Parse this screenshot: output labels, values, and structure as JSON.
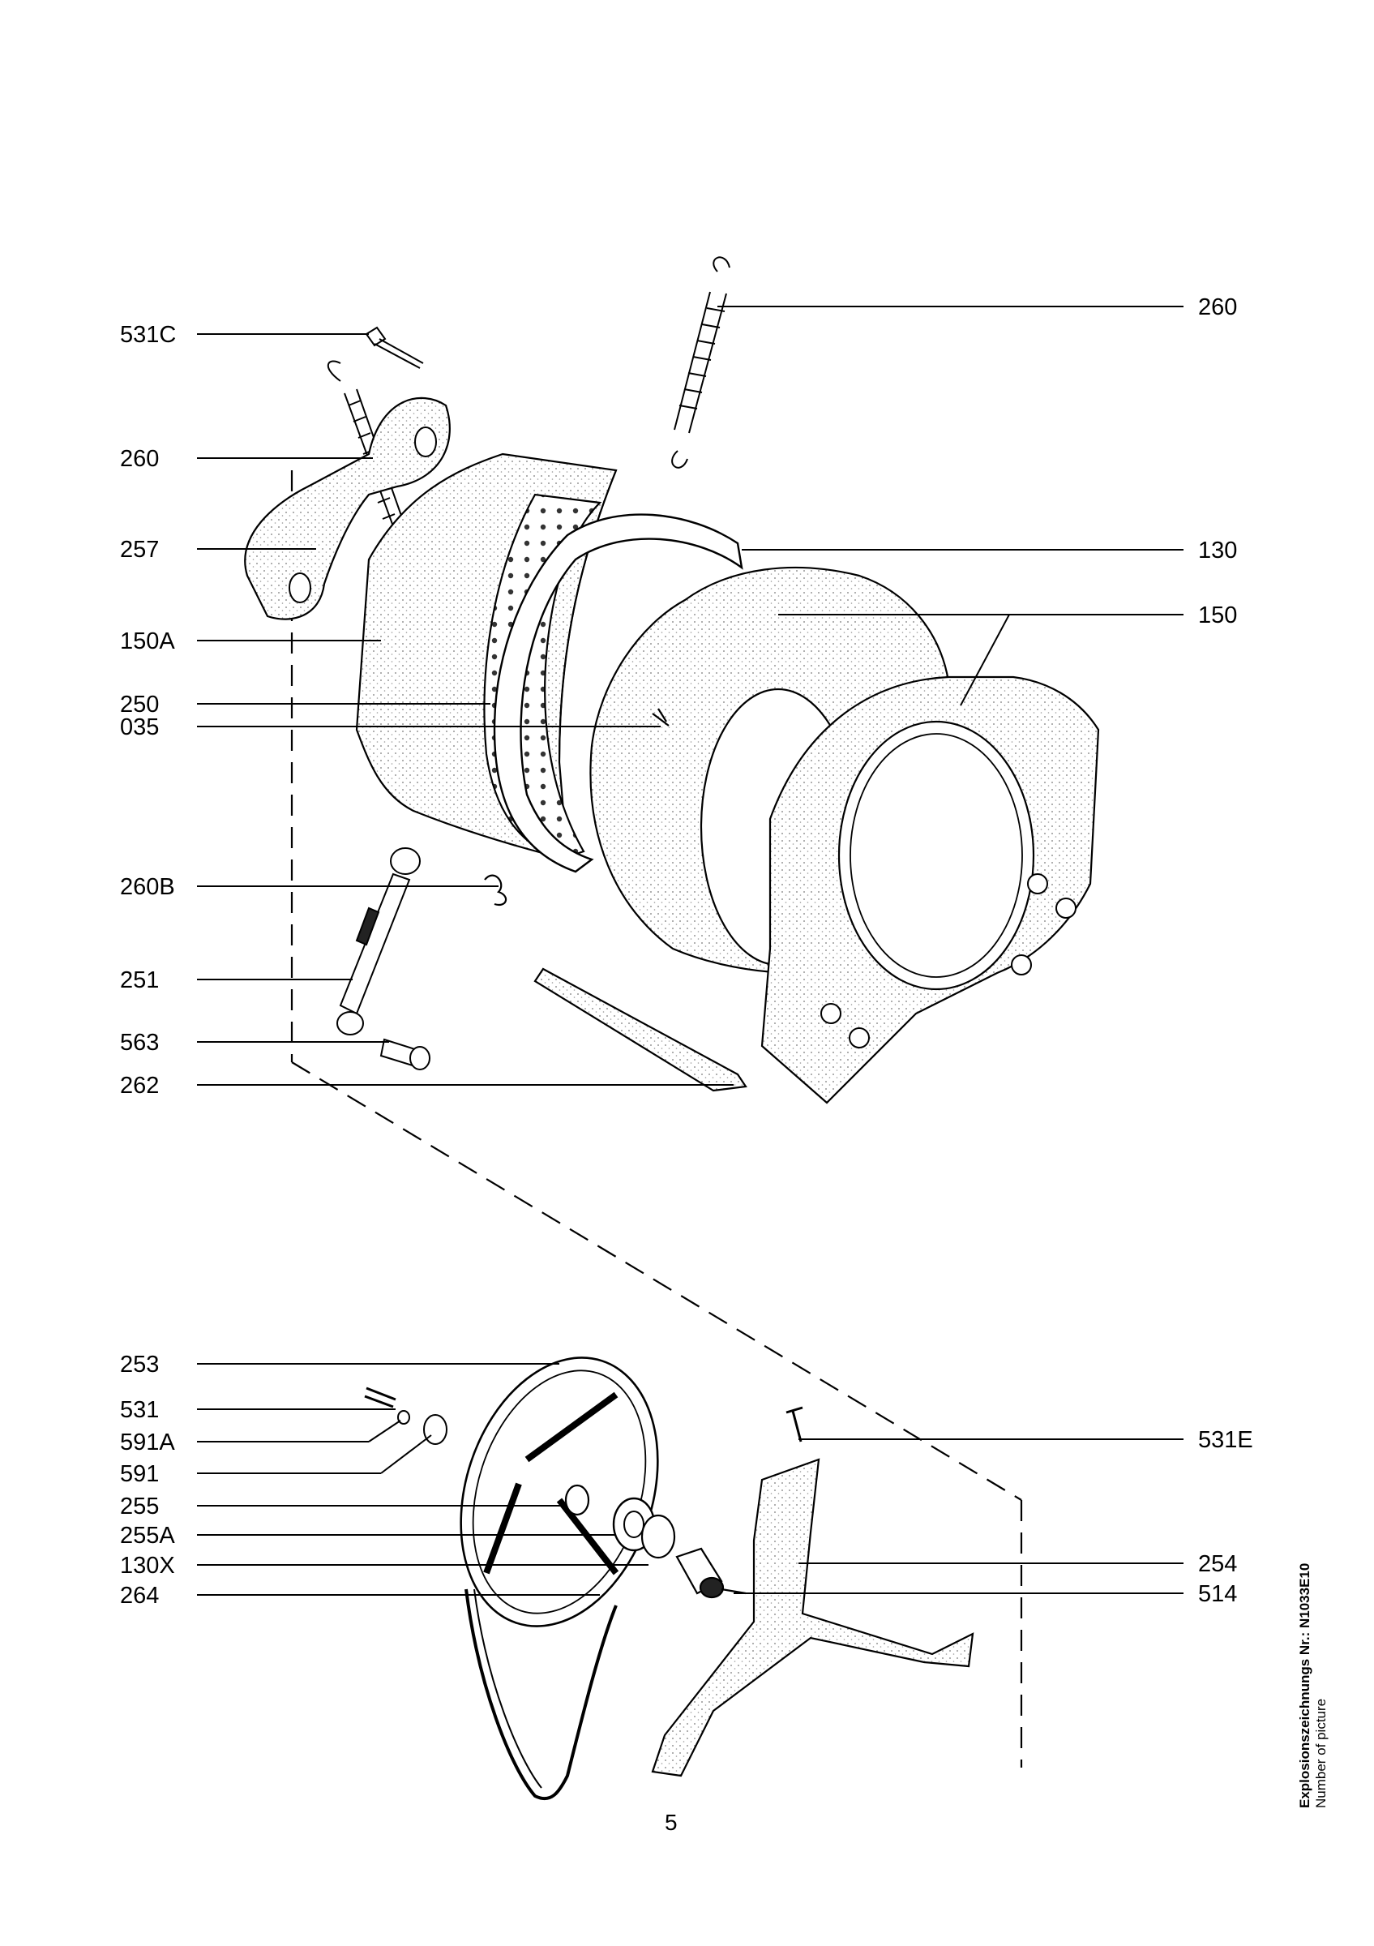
{
  "page": {
    "number": "5",
    "side_title": "Explosionszeichnungs Nr.: N1033E10",
    "side_subtitle": "Number of picture"
  },
  "callouts_left": [
    "531C",
    "260",
    "257",
    "150A",
    "250",
    "035",
    "260B",
    "251",
    "563",
    "262",
    "253",
    "531",
    "591A",
    "591",
    "255",
    "255A",
    "130X",
    "264"
  ],
  "callouts_right": [
    "260",
    "130",
    "150",
    "531E",
    "254",
    "514"
  ]
}
